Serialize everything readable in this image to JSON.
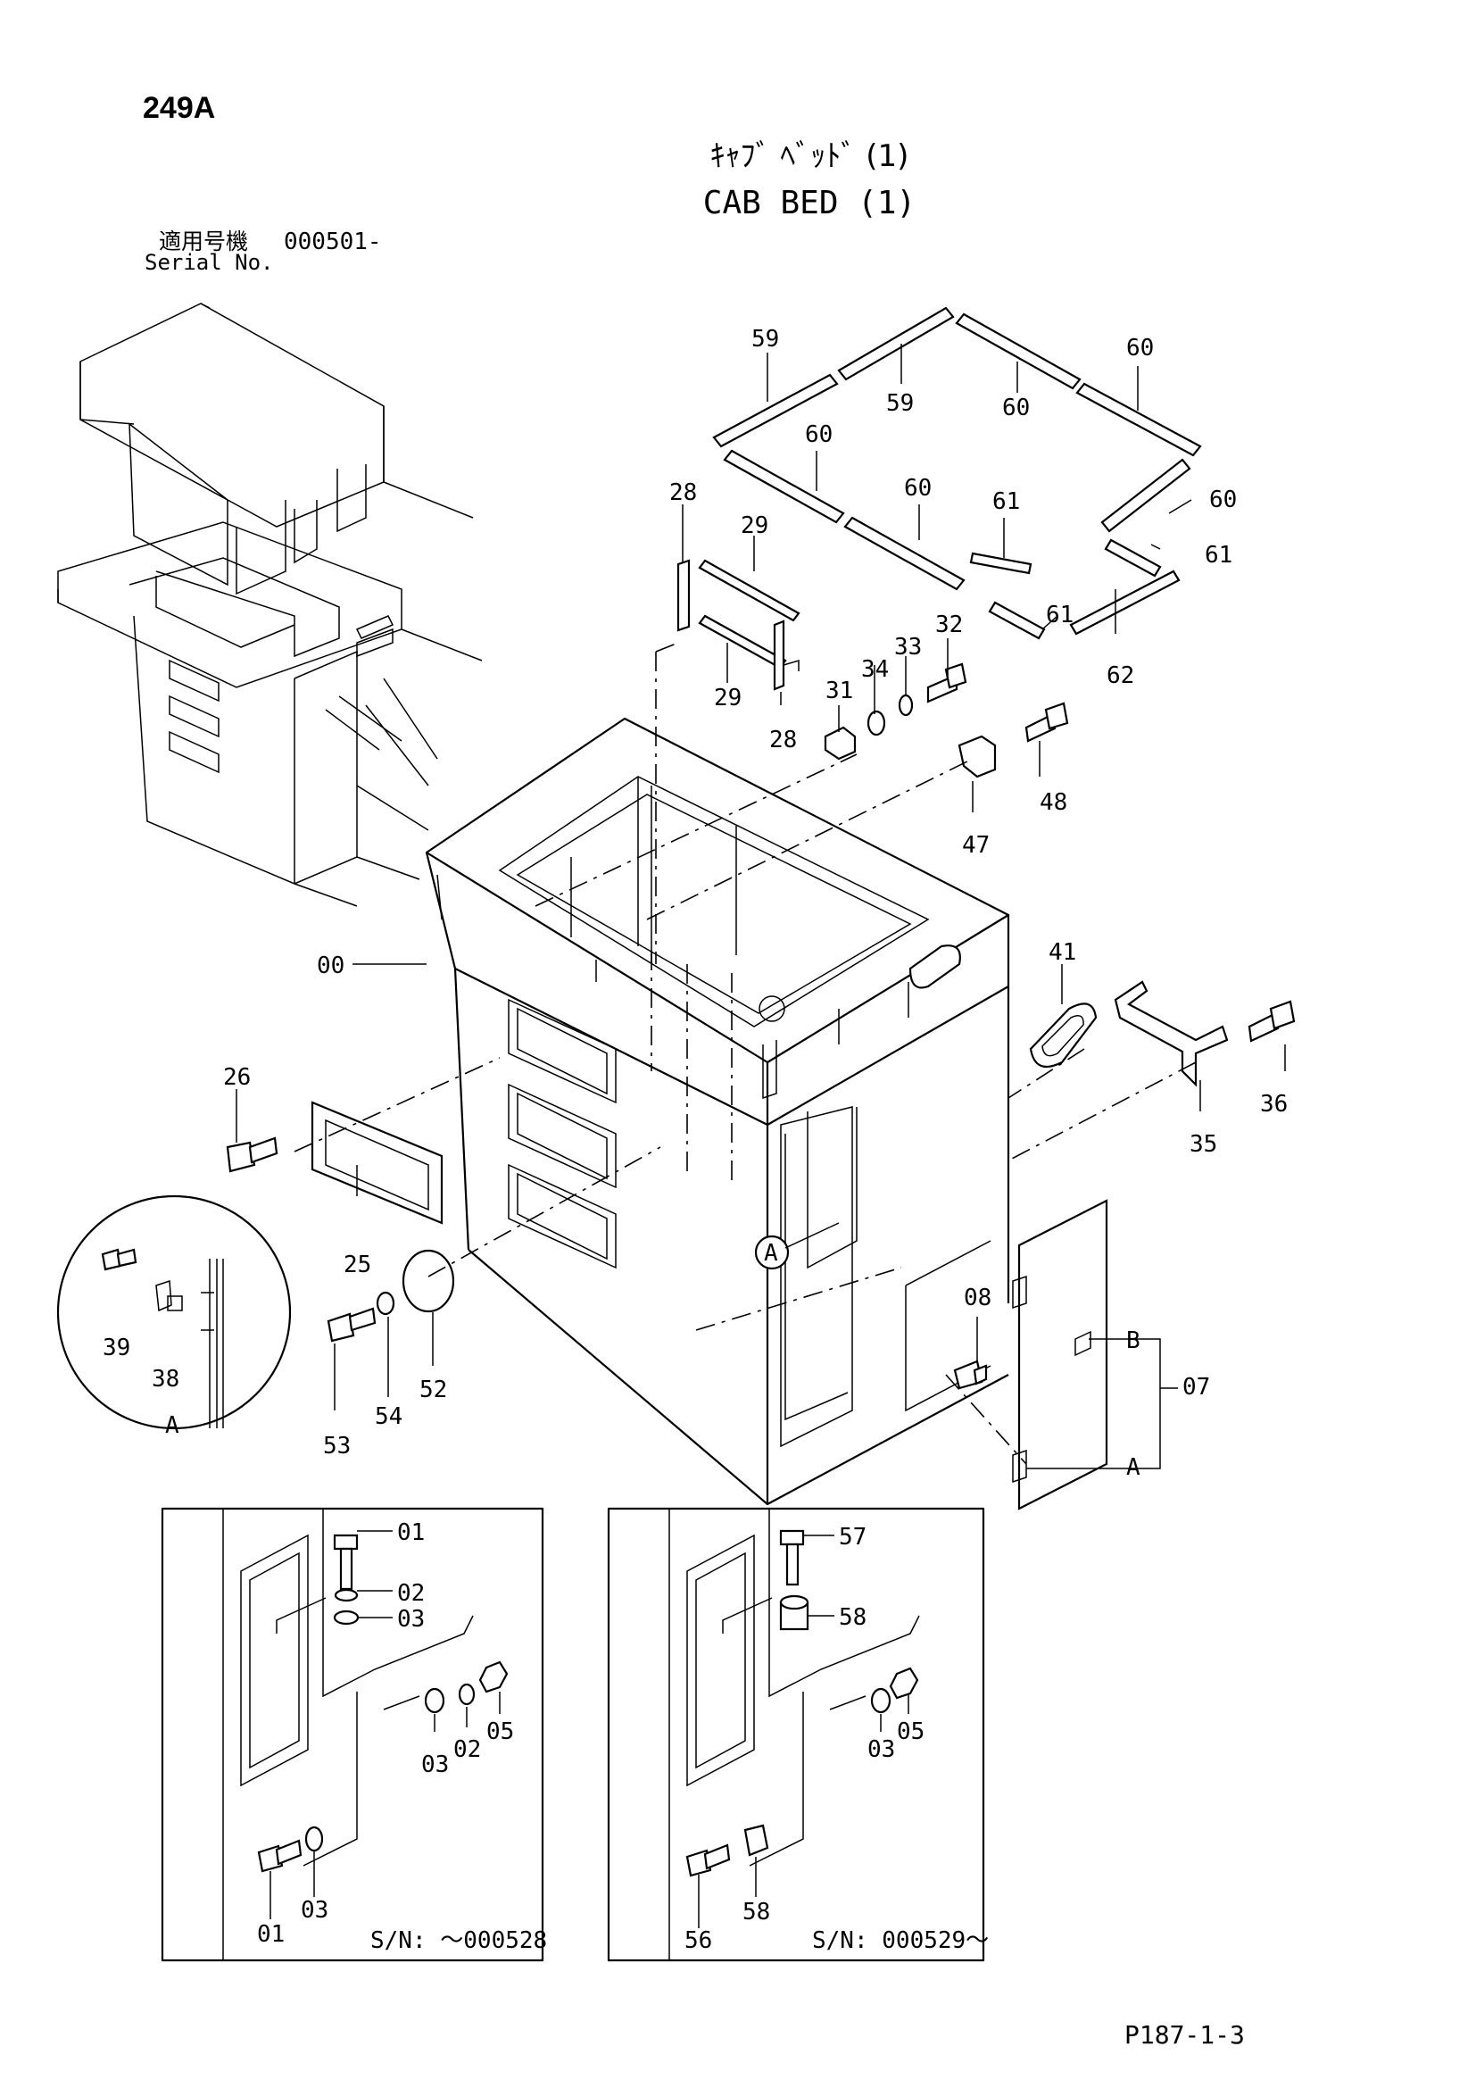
{
  "header": {
    "page_code": "249A",
    "title_jp": "ｷｬﾌﾞ ﾍﾞｯﾄﾞ (1)",
    "title_en": "CAB BED (1)",
    "serial_label_jp": "適用号機",
    "serial_value": "000501-",
    "serial_label_en": "Serial No."
  },
  "footer": {
    "page_ref": "P187-1-3"
  },
  "callouts": {
    "c00": "00",
    "c01a": "01",
    "c01b": "01",
    "c02a": "02",
    "c02b": "02",
    "c03a": "03",
    "c03b": "03",
    "c03c": "03",
    "c03d": "03",
    "c05a": "05",
    "c05b": "05",
    "c07": "07",
    "c08": "08",
    "c25": "25",
    "c26": "26",
    "c28a": "28",
    "c28b": "28",
    "c29a": "29",
    "c29b": "29",
    "c31": "31",
    "c32": "32",
    "c33": "33",
    "c34": "34",
    "c35": "35",
    "c36": "36",
    "c38": "38",
    "c39": "39",
    "c41": "41",
    "c47": "47",
    "c48": "48",
    "c52": "52",
    "c53": "53",
    "c54": "54",
    "c56": "56",
    "c57": "57",
    "c58a": "58",
    "c58b": "58",
    "c59a": "59",
    "c59b": "59",
    "c60a": "60",
    "c60b": "60",
    "c60c": "60",
    "c60d": "60",
    "c60e": "60",
    "c61a": "61",
    "c61b": "61",
    "c61c": "61",
    "c62": "62"
  },
  "markers": {
    "detail_a": "A",
    "detail_a_label": "A",
    "door_a": "A",
    "door_b": "B"
  },
  "insets": {
    "left_serial": "S/N: ～000528",
    "right_serial": "S/N: 000529～"
  }
}
